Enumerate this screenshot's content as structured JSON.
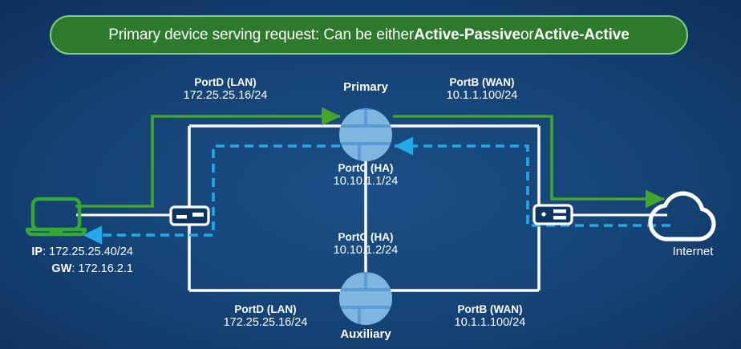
{
  "banner": {
    "prefix": "Primary device serving request: Can be either ",
    "bold1": "Active-Passive",
    "middle": " or ",
    "bold2": "Active-Active",
    "bg_color": "#2d7a2d",
    "border_color": "#7fd27f"
  },
  "colors": {
    "background_deep": "#06182f",
    "background_mid": "#154376",
    "flow_green": "#43a62b",
    "flow_cyan": "#23a9e8",
    "link_white": "#ffffff",
    "device_blue": "#5b9bd5",
    "device_blue_light": "#7fb6e0",
    "laptop_green": "#35a834"
  },
  "nodes": {
    "primary": {
      "label": "Primary",
      "icon": "firewall-icon"
    },
    "auxiliary": {
      "label": "Auxiliary",
      "icon": "firewall-icon"
    },
    "internet": {
      "label": "Internet",
      "icon": "cloud-icon"
    },
    "client": {
      "icon": "laptop-icon"
    },
    "switch_left": {
      "icon": "switch-icon"
    },
    "switch_right": {
      "icon": "switch-icon"
    }
  },
  "labels": {
    "primary_lan": {
      "port": "PortD (LAN)",
      "address": "172.25.25.16/24"
    },
    "primary_wan": {
      "port": "PortB (WAN)",
      "address": "10.1.1.100/24"
    },
    "primary_ha": {
      "port": "PortC (HA)",
      "address": "10.10.1.1/24"
    },
    "auxiliary_ha": {
      "port": "PortC (HA)",
      "address": "10.10.1.2/24"
    },
    "auxiliary_lan": {
      "port": "PortD (LAN)",
      "address": "172.25.25.16/24"
    },
    "auxiliary_wan": {
      "port": "PortB (WAN)",
      "address": "10.1.1.100/24"
    }
  },
  "client_network": {
    "ip_key": "IP",
    "ip_value": "172.25.25.40/24",
    "gw_key": "GW",
    "gw_value": "172.16.2.1"
  }
}
